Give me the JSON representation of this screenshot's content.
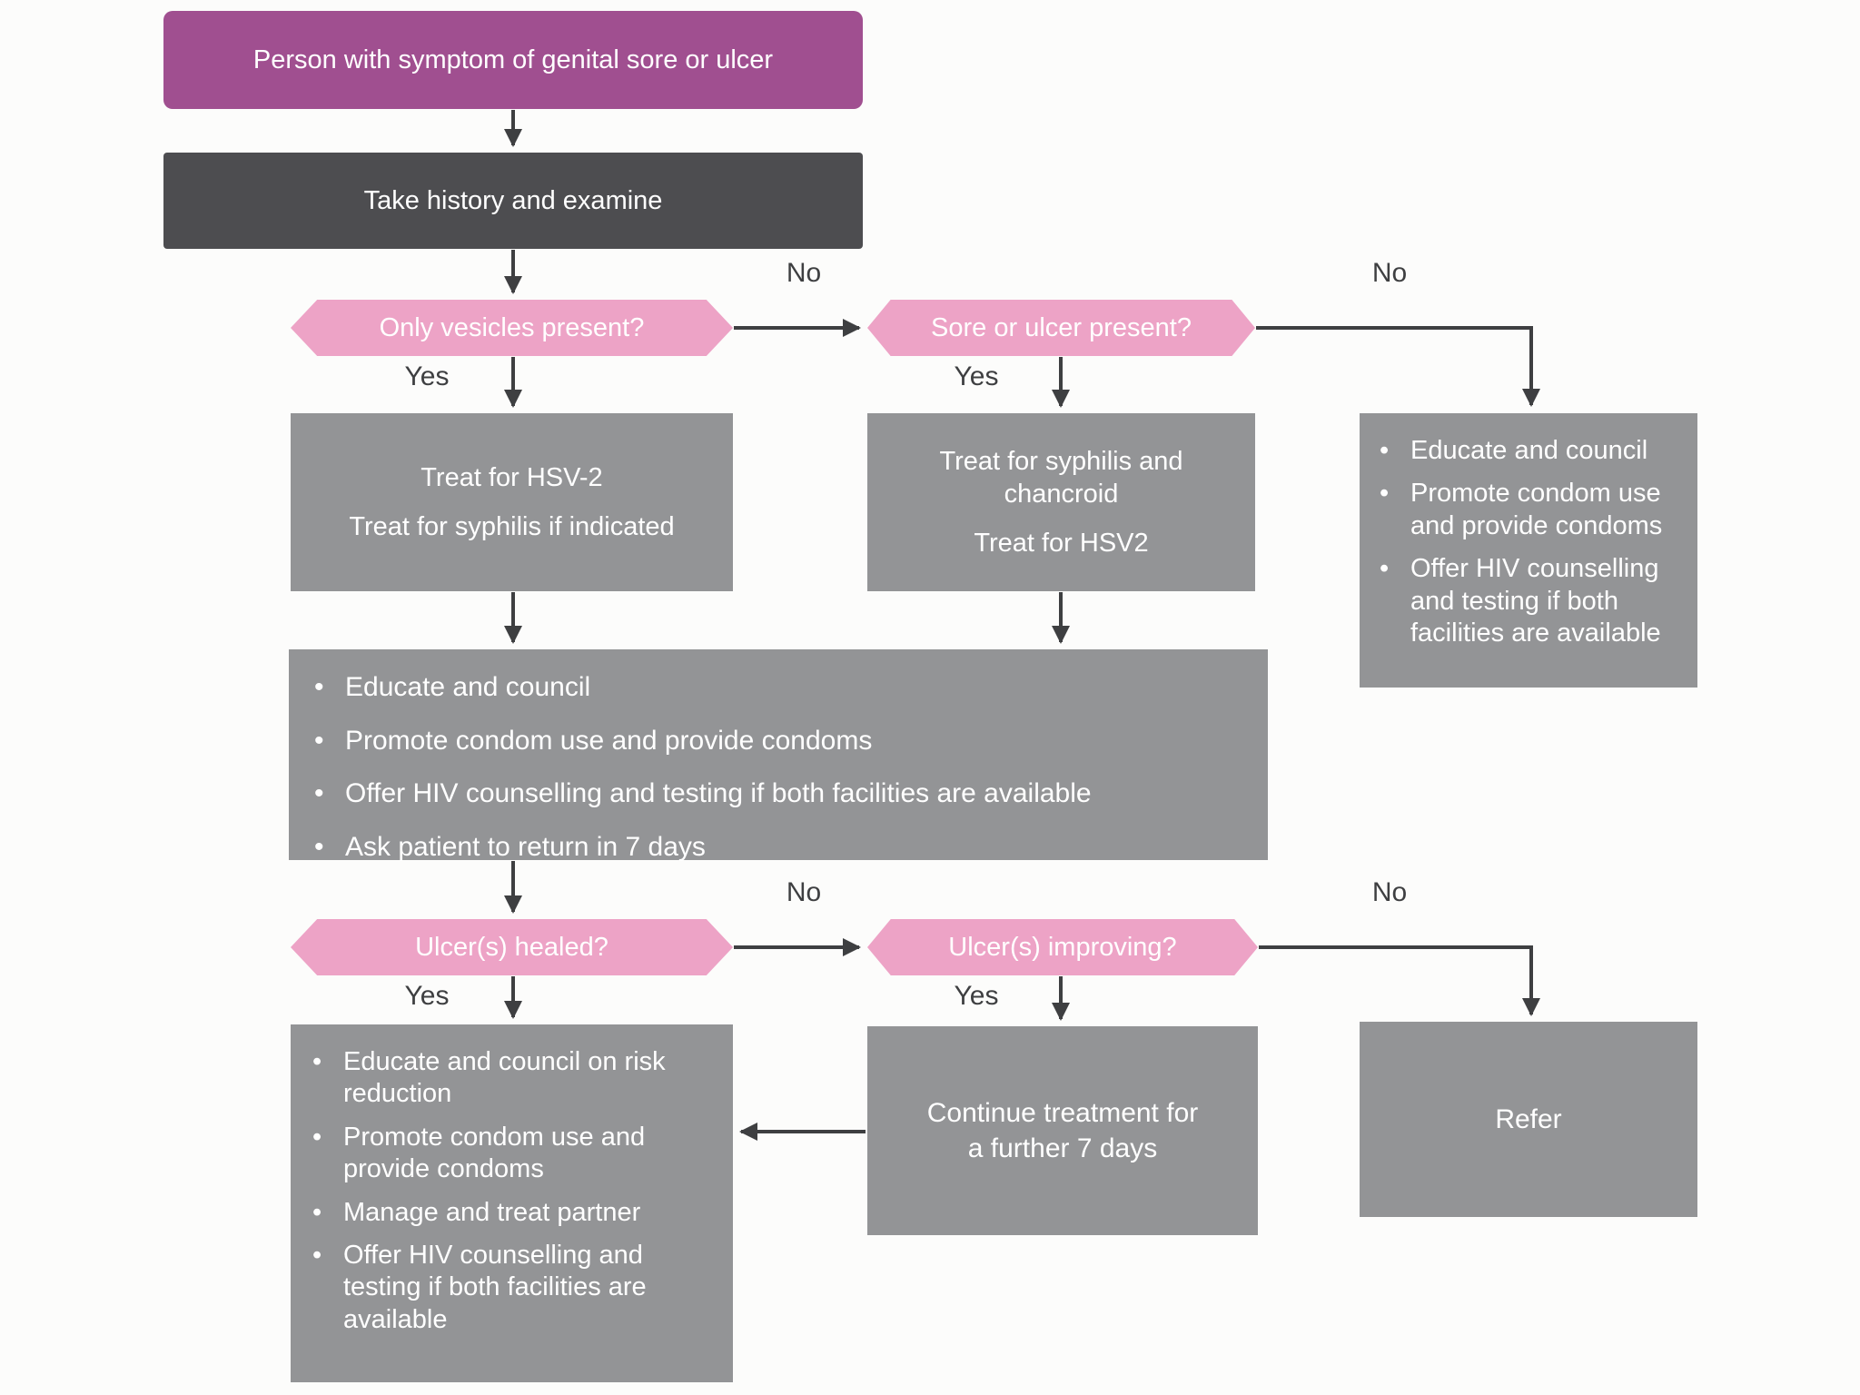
{
  "bullet_char": "•",
  "palette": {
    "start_purple": "#a04f90",
    "history_dark_gray": "#4d4d50",
    "decision_pink": "#eda3c6",
    "action_gray": "#939496",
    "arrow_dark": "#3e3f41",
    "background": "#fcfcfb",
    "text_white": "#ffffff"
  },
  "edge_labels": {
    "yes": "Yes",
    "no": "No"
  },
  "nodes": {
    "start": {
      "label": "Person with symptom of genital sore or ulcer"
    },
    "history": {
      "label": "Take history and examine"
    },
    "q_vesicles": {
      "label": "Only vesicles present?"
    },
    "q_sore": {
      "label": "Sore or ulcer present?"
    },
    "q_healed": {
      "label": "Ulcer(s) healed?"
    },
    "q_improving": {
      "label": "Ulcer(s) improving?"
    },
    "treat_hsv2": {
      "lines": [
        "Treat for HSV-2",
        "Treat for syphilis if indicated"
      ]
    },
    "treat_syphilis": {
      "lines": [
        "Treat for syphilis and chancroid",
        "Treat for HSV2"
      ]
    },
    "educate_right": {
      "bullets": [
        "Educate and council",
        "Promote condom use and provide condoms",
        "Offer HIV counselling and testing if both facilities are available"
      ]
    },
    "educate_wide": {
      "bullets": [
        "Educate and council",
        "Promote condom use and provide condoms",
        "Offer HIV counselling and testing if both facilities are available",
        "Ask patient to return in 7 days"
      ]
    },
    "educate_bottom": {
      "bullets": [
        "Educate and council on risk reduction",
        "Promote condom use and provide condoms",
        "Manage and treat partner",
        "Offer HIV counselling and testing if both facilities are available"
      ]
    },
    "continue_treatment": {
      "label": "Continue treatment for a further 7 days"
    },
    "refer": {
      "label": "Refer"
    }
  }
}
